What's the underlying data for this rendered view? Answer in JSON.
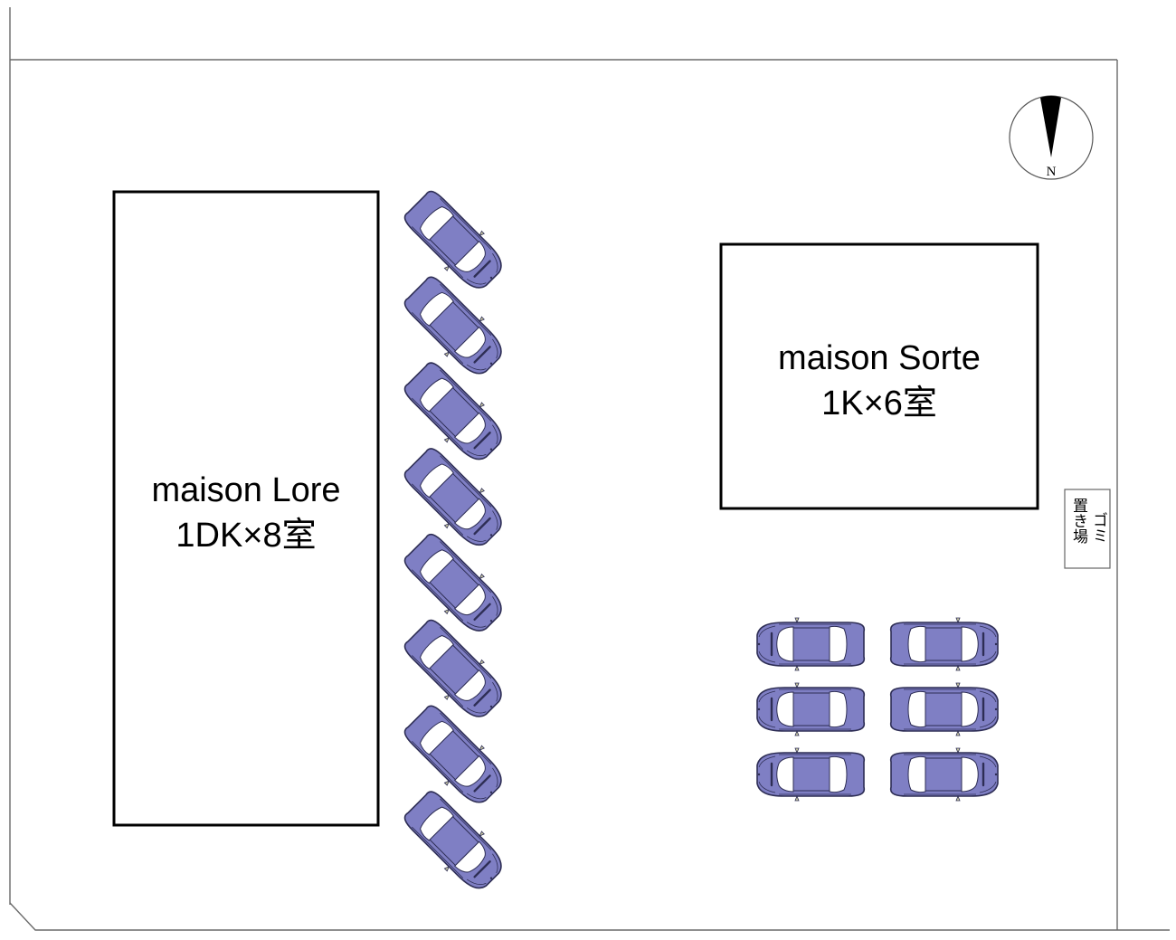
{
  "site_plan": {
    "buildings": [
      {
        "name": "maison Lore",
        "units": "1DK×8室"
      },
      {
        "name": "maison Sorte",
        "units": "1K×6室"
      }
    ],
    "trash_area": {
      "line1": "ゴミ",
      "line2": "置き場"
    },
    "compass": {
      "label": "N",
      "icon": "north-arrow-icon"
    },
    "parking": {
      "lore_spaces": 8,
      "sorte_spaces": 6,
      "car_icon": "car-top-view-icon",
      "colors": {
        "body": "#7f7fc4",
        "outline": "#2e2e55",
        "glass": "#ffffff"
      }
    },
    "colors": {
      "boundary": "#6a6a6a",
      "building_outline": "#000000"
    }
  }
}
